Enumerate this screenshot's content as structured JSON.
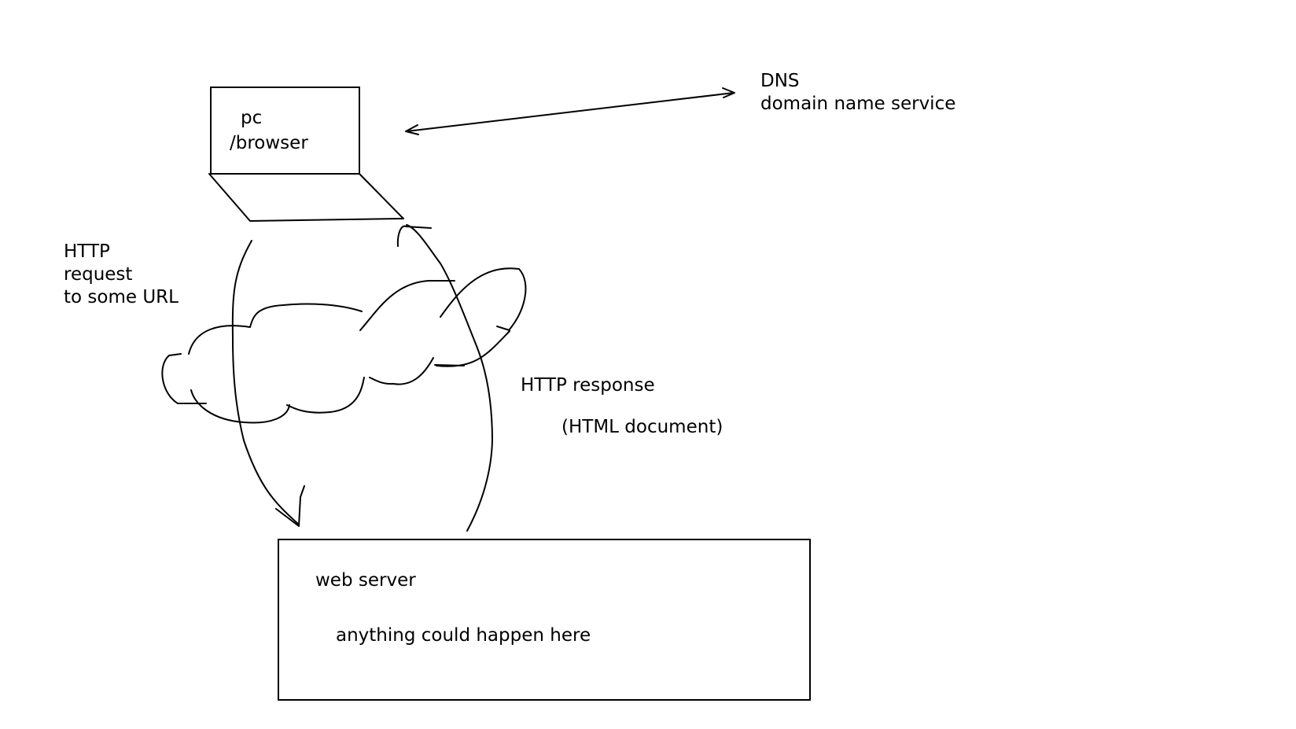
{
  "pc": {
    "line1": "pc",
    "line2": "/browser"
  },
  "dns": {
    "line1": "DNS",
    "line2": "domain name service"
  },
  "request": {
    "line1": "HTTP",
    "line2": "request",
    "line3": "to some URL"
  },
  "response": {
    "line1": "HTTP response",
    "line2": "(HTML document)"
  },
  "server": {
    "line1": "web server",
    "line2": "anything could happen here"
  },
  "colors": {
    "ink": "#000000",
    "background": "#ffffff"
  }
}
